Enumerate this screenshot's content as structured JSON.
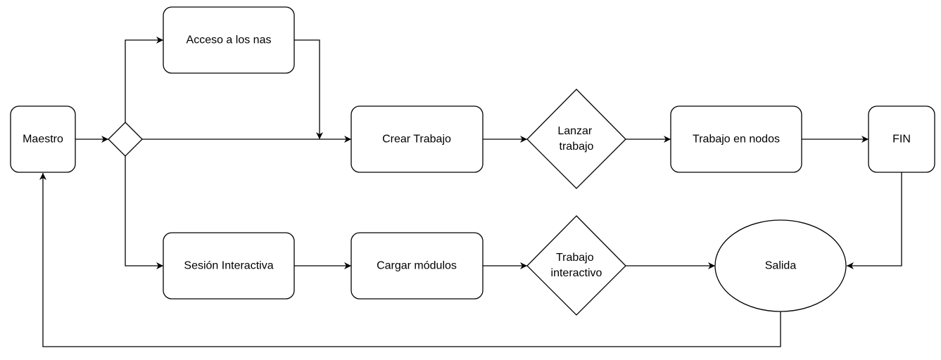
{
  "diagram": {
    "nodes": {
      "maestro": "Maestro",
      "acceso_nas": "Acceso a los nas",
      "crear_trabajo": "Crear Trabajo",
      "lanzar_trabajo_line1": "Lanzar",
      "lanzar_trabajo_line2": "trabajo",
      "trabajo_nodos": "Trabajo en nodos",
      "fin": "FIN",
      "sesion_interactiva": "Sesión Interactiva",
      "cargar_modulos": "Cargar módulos",
      "trabajo_interactivo_line1": "Trabajo",
      "trabajo_interactivo_line2": "interactivo",
      "salida": "Salida"
    }
  }
}
